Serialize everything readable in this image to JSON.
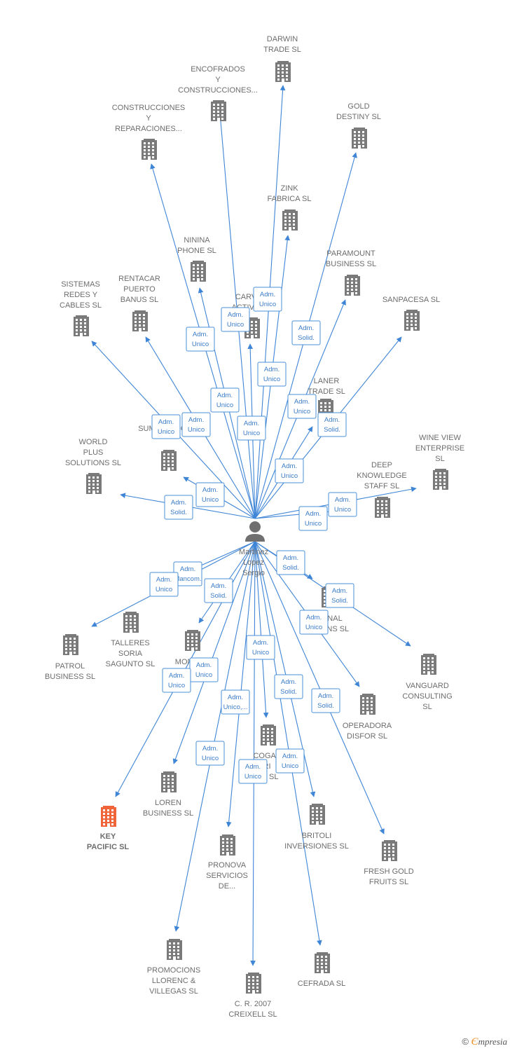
{
  "center": {
    "name": [
      "Martinez",
      "Lopez",
      "Sergio"
    ]
  },
  "companies": [
    {
      "id": "darwin",
      "name": [
        "DARWIN",
        "TRADE  SL"
      ]
    },
    {
      "id": "encofrados",
      "name": [
        "ENCOFRADOS",
        "Y",
        "CONSTRUCCIONES..."
      ]
    },
    {
      "id": "construcciones",
      "name": [
        "CONSTRUCCIONES",
        "Y",
        "REPARACIONES..."
      ]
    },
    {
      "id": "gold",
      "name": [
        "GOLD",
        "DESTINY  SL"
      ]
    },
    {
      "id": "zink",
      "name": [
        "ZINK",
        "FABRICA SL"
      ]
    },
    {
      "id": "ninina",
      "name": [
        "NININA",
        "PHONE  SL"
      ]
    },
    {
      "id": "paramount",
      "name": [
        "PARAMOUNT",
        "BUSINESS SL"
      ]
    },
    {
      "id": "sistemas",
      "name": [
        "SISTEMAS",
        "REDES Y",
        "CABLES  SL"
      ]
    },
    {
      "id": "rentacar",
      "name": [
        "RENTACAR",
        "PUERTO",
        "BANUS SL"
      ]
    },
    {
      "id": "carv",
      "name": [
        "CARV",
        "ACTIVO"
      ]
    },
    {
      "id": "sanpacesa",
      "name": [
        "SANPACESA  SL"
      ]
    },
    {
      "id": "laner",
      "name": [
        "LANER",
        "TRADE  SL"
      ]
    },
    {
      "id": "co",
      "name": [
        "CO",
        "SUMINISTROS..."
      ]
    },
    {
      "id": "world",
      "name": [
        "WORLD",
        "PLUS",
        "SOLUTIONS  SL"
      ]
    },
    {
      "id": "wineview",
      "name": [
        "WINE VIEW",
        "ENTERPRISE",
        "SL"
      ]
    },
    {
      "id": "deep",
      "name": [
        "DEEP",
        "KNOWLEDGE",
        "STAFF SL"
      ]
    },
    {
      "id": "talleres",
      "name": [
        "TALLERES",
        "SORIA",
        "SAGUNTO  SL"
      ]
    },
    {
      "id": "patrol",
      "name": [
        "PATROL",
        "BUSINESS  SL"
      ]
    },
    {
      "id": "internal",
      "name": [
        "NAL",
        "ONS  SL"
      ]
    },
    {
      "id": "mont",
      "name": [
        "MONT",
        "MS"
      ]
    },
    {
      "id": "vanguard",
      "name": [
        "VANGUARD",
        "CONSULTING",
        "SL"
      ]
    },
    {
      "id": "operadora",
      "name": [
        "OPERADORA",
        "DISFOR  SL"
      ]
    },
    {
      "id": "cogaz",
      "name": [
        "COGAZ",
        "RI",
        "NG SL"
      ]
    },
    {
      "id": "key",
      "name": [
        "KEY",
        "PACIFIC  SL"
      ],
      "highlight": true
    },
    {
      "id": "loren",
      "name": [
        "LOREN",
        "BUSINESS  SL"
      ]
    },
    {
      "id": "britoli",
      "name": [
        "BRITOLI",
        "INVERSIONES SL"
      ]
    },
    {
      "id": "freshgold",
      "name": [
        "FRESH GOLD",
        "FRUITS  SL"
      ]
    },
    {
      "id": "pronova",
      "name": [
        "PRONOVA",
        "SERVICIOS",
        "DE..."
      ]
    },
    {
      "id": "promocions",
      "name": [
        "PROMOCIONS",
        "LLORENC &",
        "VILLEGAS SL"
      ]
    },
    {
      "id": "cefrada",
      "name": [
        "CEFRADA SL"
      ]
    },
    {
      "id": "cr2007",
      "name": [
        "C. R. 2007",
        "CREIXELL SL"
      ]
    }
  ],
  "roles": [
    {
      "text": [
        "Adm.",
        "Unico"
      ]
    },
    {
      "text": [
        "Adm.",
        "Unico"
      ]
    },
    {
      "text": [
        "Adm.",
        "Unico"
      ]
    },
    {
      "text": [
        "Adm.",
        "Solid."
      ]
    },
    {
      "text": [
        "Adm.",
        "Unico"
      ]
    },
    {
      "text": [
        "Adm.",
        "Unico"
      ]
    },
    {
      "text": [
        "Adm.",
        "Unico"
      ]
    },
    {
      "text": [
        "Adm.",
        "Unico"
      ]
    },
    {
      "text": [
        "Adm.",
        "Solid."
      ]
    },
    {
      "text": [
        "Adm.",
        "Unico"
      ]
    },
    {
      "text": [
        "Adm.",
        "Unico"
      ]
    },
    {
      "text": [
        "Adm.",
        "Unico"
      ]
    },
    {
      "text": [
        "Adm.",
        "Unico"
      ]
    },
    {
      "text": [
        "Adm.",
        "Solid."
      ]
    },
    {
      "text": [
        "Adm.",
        "Unico"
      ]
    },
    {
      "text": [
        "Adm.",
        "Unico"
      ]
    },
    {
      "text": [
        "Adm.",
        "Mancom."
      ]
    },
    {
      "text": [
        "Adm.",
        "Solid."
      ]
    },
    {
      "text": [
        "Adm.",
        "Unico"
      ]
    },
    {
      "text": [
        "Adm.",
        "Solid."
      ]
    },
    {
      "text": [
        "Adm.",
        "Solid."
      ]
    },
    {
      "text": [
        "Adm.",
        "Unico"
      ]
    },
    {
      "text": [
        "Adm.",
        "Unico"
      ]
    },
    {
      "text": [
        "Adm.",
        "Unico"
      ]
    },
    {
      "text": [
        "Adm.",
        "Unico"
      ]
    },
    {
      "text": [
        "Adm.",
        "Solid."
      ]
    },
    {
      "text": [
        "Adm.",
        "Unico,..."
      ]
    },
    {
      "text": [
        "Adm.",
        "Solid."
      ]
    },
    {
      "text": [
        "Adm.",
        "Unico"
      ]
    },
    {
      "text": [
        "Adm.",
        "Unico"
      ]
    },
    {
      "text": [
        "Adm.",
        "Unico"
      ]
    }
  ],
  "footer": {
    "copyright": "©",
    "brand_e": "Є",
    "brand": "mpresia"
  },
  "colors": {
    "edge": "#3f85d6",
    "building": "#7a7a7a",
    "highlight": "#f0643a",
    "role_border": "#4a90d9"
  }
}
